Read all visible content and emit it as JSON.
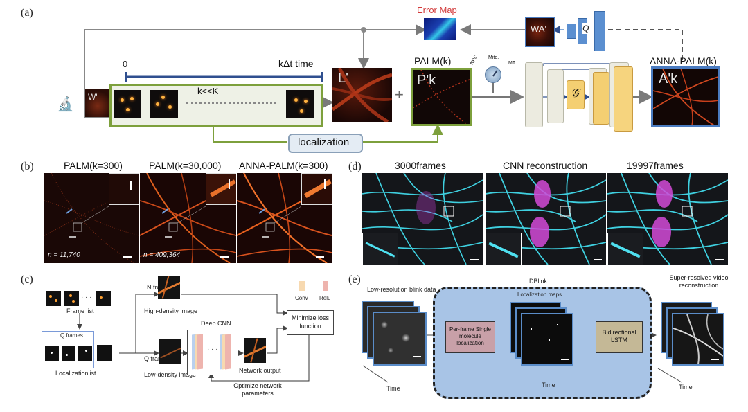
{
  "panels": {
    "a": {
      "label": "(a)",
      "error_map": "Error Map",
      "wa_prime": "WA'",
      "q_symbol": "Q",
      "w_label": "W'",
      "time_start": "0",
      "time_end": "kΔt time",
      "k_less": "k<<K",
      "l_prime": "L'",
      "palm_k": "PALM(k)",
      "p_prime_k": "P'k",
      "plus": "+",
      "dial_labels": [
        "NPC",
        "Mito.",
        "MT"
      ],
      "g_symbol": "𝒢",
      "anna_palm_k": "ANNA-PALM(k)",
      "a_prime_k": "A'k",
      "localization": "localization"
    },
    "b": {
      "label": "(b)",
      "titles": [
        "PALM(k=300)",
        "PALM(k=30,000)",
        "ANNA-PALM(k=300)"
      ],
      "counts": [
        "n = 11,740",
        "n = 409,364"
      ]
    },
    "c": {
      "label": "(c)",
      "frame_list": "Frame list",
      "q_frames_small": "Q frames",
      "localization_list": "Localizationlist",
      "n_frames": "N frames",
      "high_density": "High-density image",
      "q_frames": "Q frames",
      "low_density": "Low-density image",
      "deep_cnn": "Deep CNN",
      "network_output": "Network output",
      "minimize_loss": "Minimize loss function",
      "optimize": "Optimize network parameters",
      "legend": [
        "Conv",
        "Relu"
      ],
      "colors": {
        "conv": "#f7d9b0",
        "relu": "#eeb4ae",
        "blue": "#b9d0ee"
      }
    },
    "d": {
      "label": "(d)",
      "titles": [
        "3000frames",
        "CNN reconstruction",
        "19997frames"
      ],
      "colors": {
        "filament": "#3fd0e0",
        "cluster": "#d24ad8"
      }
    },
    "e": {
      "label": "(e)",
      "low_res": "Low-resolution blink data",
      "dblink": "DBlink",
      "loc_maps": "Localization maps",
      "per_frame": "Per-frame Single molecule localization",
      "bilstm": "Bidirectional LSTM",
      "super_resolved": "Super-resolved video reconstruction",
      "time": "Time",
      "colors": {
        "box": "#a8c4e6",
        "per_frame_box": "#c8a0a8",
        "lstm_box": "#c4b896"
      }
    }
  }
}
